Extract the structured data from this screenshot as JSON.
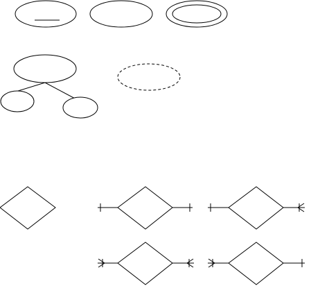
{
  "diagram": {
    "kind": "er-notation-symbols",
    "stroke_color": "#000000",
    "background_color": "#ffffff",
    "attribute_symbols": [
      {
        "id": "key-attribute",
        "style": "ellipse with underline"
      },
      {
        "id": "attribute",
        "style": "ellipse"
      },
      {
        "id": "multivalued-attribute",
        "style": "double ellipse"
      },
      {
        "id": "composite-attribute",
        "style": "ellipse with two child ellipses"
      },
      {
        "id": "derived-attribute",
        "style": "dashed ellipse"
      }
    ],
    "relationship_symbols": [
      {
        "id": "relationship-plain",
        "left_end": "none",
        "right_end": "none"
      },
      {
        "id": "relationship-one-to-one",
        "left_end": "bar",
        "right_end": "bar"
      },
      {
        "id": "relationship-one-to-many",
        "left_end": "bar",
        "right_end": "crowfoot"
      },
      {
        "id": "relationship-many-to-many",
        "left_end": "crowfoot",
        "right_end": "crowfoot"
      },
      {
        "id": "relationship-many-to-one",
        "left_end": "crowfoot",
        "right_end": "bar"
      }
    ]
  }
}
